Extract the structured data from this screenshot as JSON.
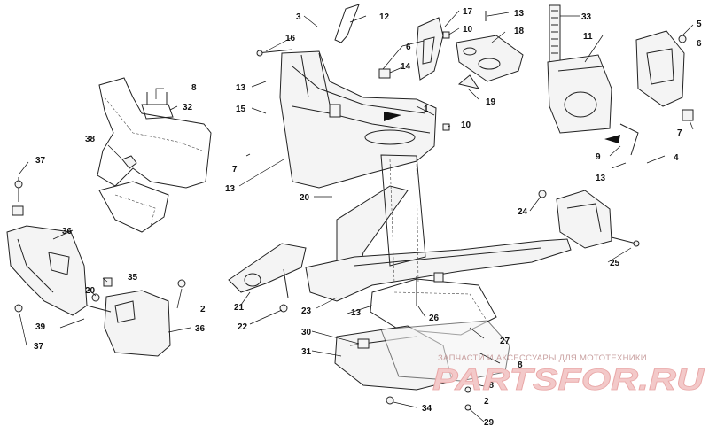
{
  "diagram": {
    "callouts": [
      "1",
      "2",
      "3",
      "4",
      "5",
      "6",
      "7",
      "8",
      "9",
      "10",
      "11",
      "12",
      "13",
      "14",
      "15",
      "16",
      "17",
      "18",
      "19",
      "20",
      "21",
      "22",
      "23",
      "24",
      "25",
      "26",
      "27",
      "28",
      "29",
      "30",
      "31",
      "32",
      "33",
      "34",
      "35",
      "36",
      "37",
      "38",
      "39"
    ]
  },
  "watermark": {
    "caption": "ЗАПЧАСТИ И АКСЕССУАРЫ ДЛЯ МОТОТЕХНИКИ",
    "brand": "PARTSFOR.RU"
  }
}
